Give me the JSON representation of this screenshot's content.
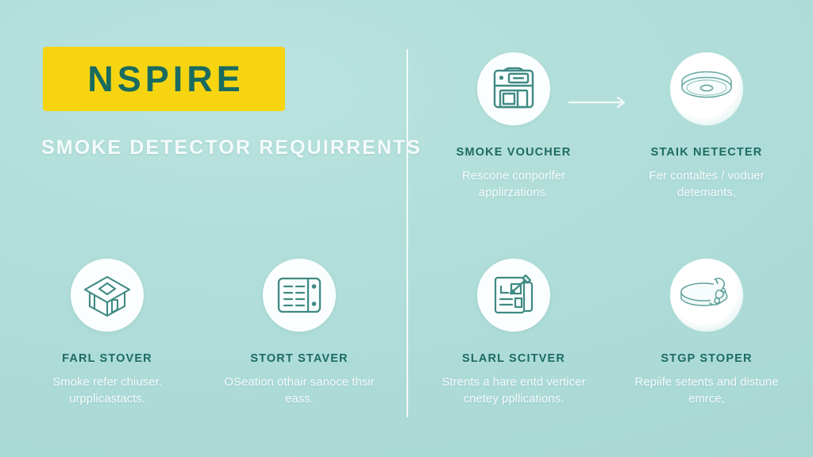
{
  "colors": {
    "background": "#b0dcd8",
    "badge_yellow": "#f6d510",
    "badge_text_teal": "#1a6b5f",
    "heading_teal": "#1d6b63",
    "body_white": "#f4fbfa",
    "icon_stroke": "#3f8a84",
    "circle_white": "#fbfefe"
  },
  "header": {
    "badge_label": "NSPIRE",
    "subtitle": "SMOKE DETECTOR REQUIRRENTS"
  },
  "divider": {
    "name": "vertical-divider"
  },
  "connector": {
    "name": "arrow-right",
    "direction": "right"
  },
  "top_row": [
    {
      "icon": "storefront-appliance-icon",
      "title": "SMOKE VOUCHER",
      "description": "Rescone conporlfer applirzations."
    },
    {
      "icon": "smoke-detector-dome-icon",
      "title": "STAIK NETECTER",
      "description": "Fer contaltes / voduer detemants,"
    }
  ],
  "bottom_row": [
    {
      "icon": "house-building-icon",
      "title": "FARL STOVER",
      "description": "Smoke refer chiuser. urpplicastacts."
    },
    {
      "icon": "list-register-icon",
      "title": "STORT STAVER",
      "description": "OSeation othair sanoce thsir eass."
    },
    {
      "icon": "checklist-pen-icon",
      "title": "SLARL SCITVER",
      "description": "Strents a hare entd verticer cnetey ppllications."
    },
    {
      "icon": "detector-disc-hand-icon",
      "title": "STGP STOPER",
      "description": "Repiife setents and distune emrce,"
    }
  ]
}
